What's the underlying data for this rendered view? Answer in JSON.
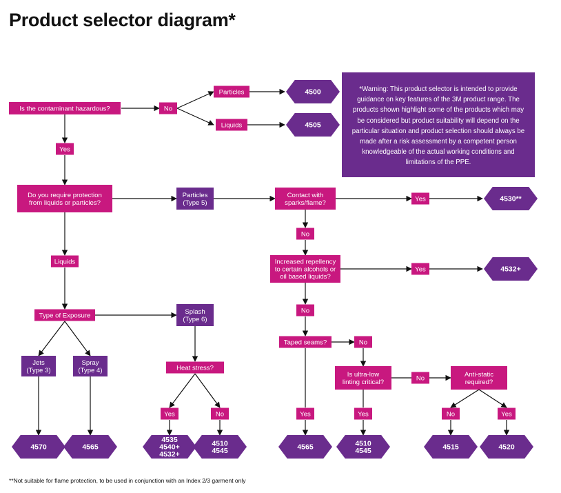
{
  "title": "Product selector diagram*",
  "footnote": "**Not suitable for flame protection, to be used in conjunction with an Index 2/3 garment only",
  "warning": "*Warning: This product selector is intended to provide guidance on key features of the 3M product range. The products shown highlight some of the products which may be considered but product suitability will depend on the particular situation and product selection should always be made after a risk assessment by a competent person knowledgeable of the actual working conditions and limitations of the PPE.",
  "colors": {
    "magenta": "#c8187f",
    "purple": "#6a2c8d",
    "line": "#111111",
    "text": "#ffffff"
  },
  "nodes": {
    "q_hazardous": [
      "Is the contaminant hazardous?"
    ],
    "no1": [
      "No"
    ],
    "yes1": [
      "Yes"
    ],
    "particles1": [
      "Particles"
    ],
    "liquids1": [
      "Liquids"
    ],
    "p4500": [
      "4500"
    ],
    "p4505": [
      "4505"
    ],
    "q_protection": [
      "Do you require protection",
      "from liquids or particles?"
    ],
    "particles_t5": [
      "Particles",
      "(Type 5)"
    ],
    "q_sparks": [
      "Contact with",
      "sparks/flame?"
    ],
    "yes_sparks": [
      "Yes"
    ],
    "p4530": [
      "4530**"
    ],
    "no_sparks": [
      "No"
    ],
    "q_repellency": [
      "Increased repellency",
      "to certain alcohols or",
      "oil based liquids?"
    ],
    "yes_repellency": [
      "Yes"
    ],
    "p4532": [
      "4532+"
    ],
    "no_repellency": [
      "No"
    ],
    "q_taped": [
      "Taped seams?"
    ],
    "no_taped": [
      "No"
    ],
    "yes_taped": [
      "Yes"
    ],
    "p4565b": [
      "4565"
    ],
    "q_linting": [
      "Is ultra-low",
      "linting critical?"
    ],
    "yes_linting": [
      "Yes"
    ],
    "p4510b": [
      "4510",
      "4545"
    ],
    "no_linting": [
      "No"
    ],
    "q_antistatic": [
      "Anti-static",
      "required?"
    ],
    "no_antistatic": [
      "No"
    ],
    "yes_antistatic": [
      "Yes"
    ],
    "p4515": [
      "4515"
    ],
    "p4520": [
      "4520"
    ],
    "liquids2": [
      "Liquids"
    ],
    "q_exposure": [
      "Type of Exposure"
    ],
    "splash_t6": [
      "Splash",
      "(Type 6)"
    ],
    "jets_t3": [
      "Jets",
      "(Type 3)"
    ],
    "spray_t4": [
      "Spray",
      "(Type 4)"
    ],
    "q_heat": [
      "Heat stress?"
    ],
    "yes_heat": [
      "Yes"
    ],
    "no_heat": [
      "No"
    ],
    "p4570": [
      "4570"
    ],
    "p4565a": [
      "4565"
    ],
    "p4535": [
      "4535",
      "4540+",
      "4532+"
    ],
    "p4510a": [
      "4510",
      "4545"
    ]
  }
}
